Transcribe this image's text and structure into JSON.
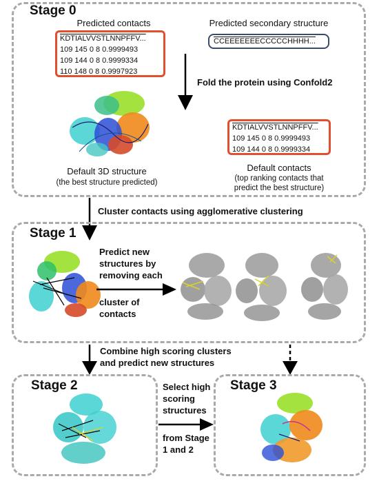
{
  "stage0": {
    "title": "Stage 0",
    "predicted_contacts_label": "Predicted contacts",
    "predicted_ss_label": "Predicted secondary structure",
    "contacts": [
      "KDTIALVVSTLNNPFFV...",
      "109 145 0 8 0.9999493",
      "109 144 0 8 0.9999334",
      "110 148 0 8 0.9997923"
    ],
    "ss_sequence": "CCEEEEEEECCCCCHHHH...",
    "fold_note": "Fold the protein using Confold2",
    "default_contacts": [
      "KDTIALVVSTLNNPFFV...",
      "109 145 0 8 0.9999493",
      "109 144 0 8 0.9999334"
    ],
    "default_3d_label": "Default 3D structure",
    "default_3d_sub": "(the best structure predicted)",
    "default_contacts_label": "Default contacts",
    "default_contacts_sub1": "(top ranking contacts that",
    "default_contacts_sub2": "predict the best structure)"
  },
  "cluster_note": "Cluster contacts using agglomerative clustering",
  "stage1": {
    "title": "Stage 1",
    "note1": "Predict new",
    "note2": "structures by",
    "note3": "removing each",
    "note4": "cluster of",
    "note5": "contacts"
  },
  "combine_note1": "Combine high scoring clusters",
  "combine_note2": "and predict new structures",
  "stage2": {
    "title": "Stage 2"
  },
  "select_note": [
    "Select high",
    "scoring",
    "structures",
    "from Stage",
    "1 and 2"
  ],
  "stage3": {
    "title": "Stage 3"
  },
  "colors": {
    "dash": "#a9a9a9",
    "contact_border": "#e0502e",
    "ss_border": "#3a4a6b"
  }
}
